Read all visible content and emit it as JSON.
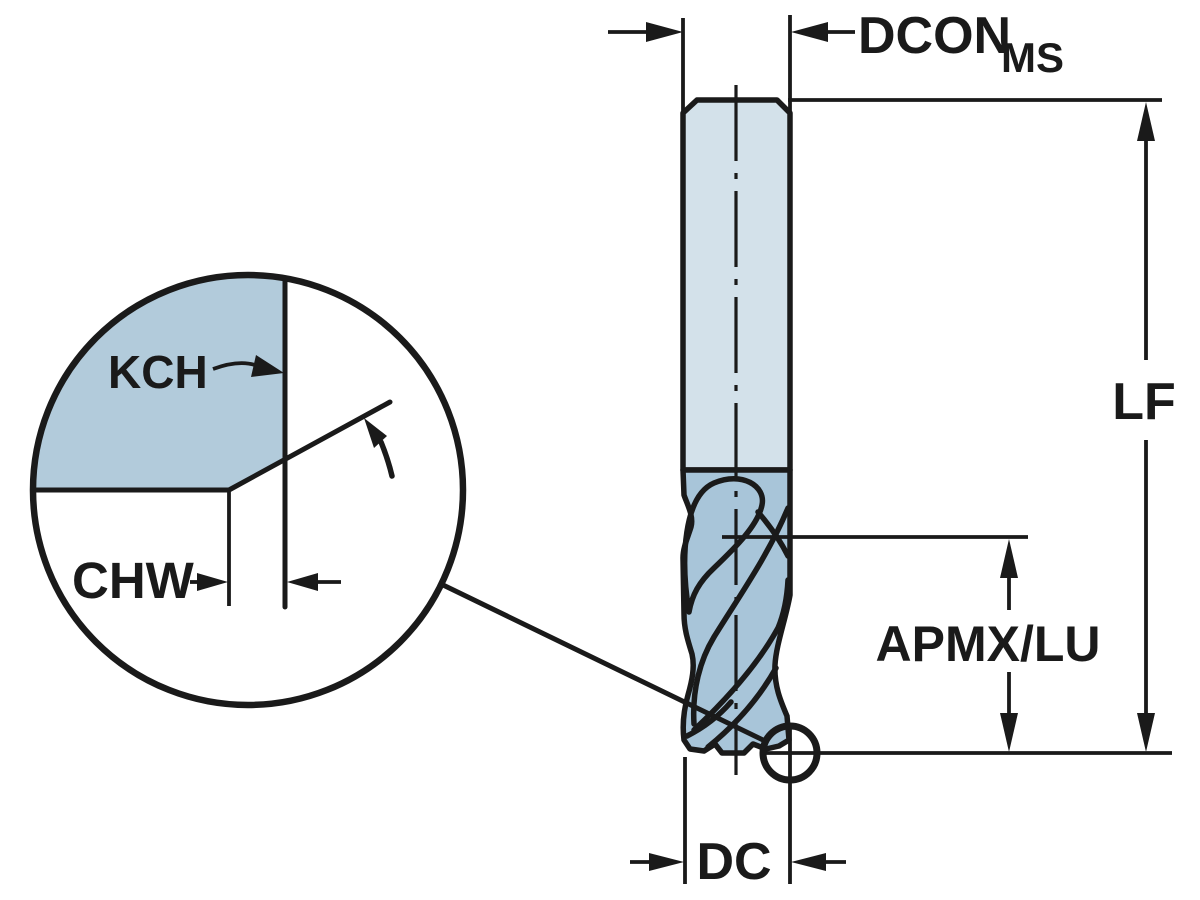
{
  "diagram": {
    "description": "Solid end mill dimensional drawing with magnified corner-chamfer detail view",
    "labels": {
      "dcon": "DCON",
      "dcon_sub": "MS",
      "lf": "LF",
      "apmx_lu": "APMX/LU",
      "dc": "DC",
      "kch": "KCH",
      "chw": "CHW"
    },
    "colors": {
      "line": "#1a1a1a",
      "shank_fill": "#d3e1ea",
      "flute_fill": "#a8c5d9",
      "detail_fill": "#b2cbdb",
      "background": "#ffffff"
    }
  }
}
